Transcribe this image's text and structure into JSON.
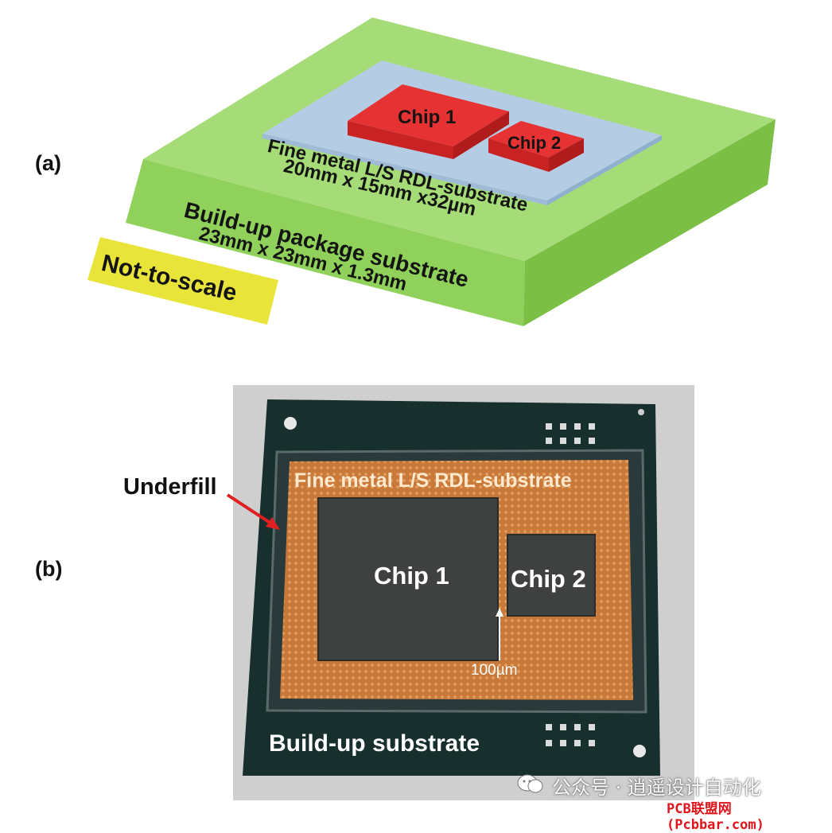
{
  "panel_a": {
    "label": "(a)",
    "chip1": "Chip 1",
    "chip2": "Chip 2",
    "rdl_title": "Fine metal L/S RDL-substrate",
    "rdl_dims": "20mm x 15mm x32µm",
    "pkg_title": "Build-up package substrate",
    "pkg_dims": "23mm x 23mm x 1.3mm",
    "note": "Not-to-scale",
    "colors": {
      "package_top": "#a6dc78",
      "package_front": "#8fd15a",
      "package_side": "#7bbf45",
      "rdl": "#b5cde4",
      "chip": "#e63232",
      "note_bg": "#e8e43a"
    }
  },
  "panel_b": {
    "label": "(b)",
    "rdl_title": "Fine metal L/S RDL-substrate",
    "chip1": "Chip 1",
    "chip2": "Chip 2",
    "gap": "100µm",
    "underfill": "Underfill",
    "substrate": "Build-up substrate"
  },
  "watermark": {
    "line1": "公众号 · 逍遥设计自动化",
    "line2": "PCB联盟网 (Pcbbar.com)"
  }
}
